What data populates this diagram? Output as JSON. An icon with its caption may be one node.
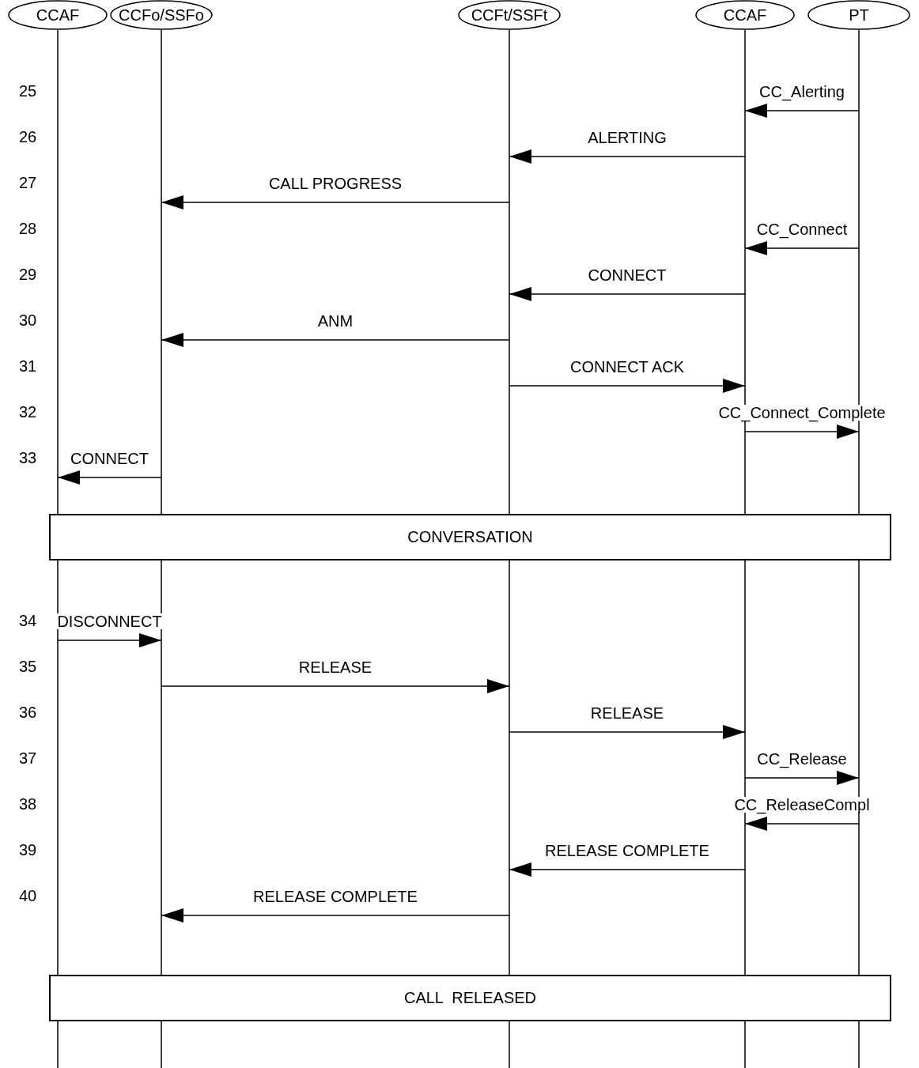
{
  "diagram": {
    "nodes": [
      {
        "text": [
          "CCAF"
        ]
      },
      {
        "text": [
          "CCFo/SSFo"
        ]
      },
      {
        "text": [
          "CCFt/SSFt"
        ]
      },
      {
        "text": [
          "CCAF"
        ]
      },
      {
        "text": [
          "PT"
        ]
      },
      {
        "text": [
          "CONVERSATION"
        ]
      },
      {
        "text": [
          "CALL  RELEASED"
        ]
      }
    ],
    "edges": [
      {
        "from": 4,
        "to": 3,
        "arrow": "to",
        "label": "CC_Alerting"
      },
      {
        "from": 3,
        "to": 2,
        "arrow": "to",
        "label": "ALERTING"
      },
      {
        "from": 2,
        "to": 1,
        "arrow": "to",
        "label": "CALL PROGRESS"
      },
      {
        "from": 4,
        "to": 3,
        "arrow": "to",
        "label": "CC_Connect"
      },
      {
        "from": 3,
        "to": 2,
        "arrow": "to",
        "label": "CONNECT"
      },
      {
        "from": 2,
        "to": 1,
        "arrow": "to",
        "label": "ANM"
      },
      {
        "from": 2,
        "to": 3,
        "arrow": "to",
        "label": "CONNECT ACK"
      },
      {
        "from": 3,
        "to": 4,
        "arrow": "to",
        "label": "CC_Connect_Complete"
      },
      {
        "from": 1,
        "to": 0,
        "arrow": "to",
        "label": "CONNECT"
      },
      {
        "from": 0,
        "to": 1,
        "arrow": "to",
        "label": "DISCONNECT"
      },
      {
        "from": 1,
        "to": 2,
        "arrow": "to",
        "label": "RELEASE"
      },
      {
        "from": 2,
        "to": 3,
        "arrow": "to",
        "label": "RELEASE"
      },
      {
        "from": 3,
        "to": 4,
        "arrow": "to",
        "label": "CC_Release"
      },
      {
        "from": 4,
        "to": 3,
        "arrow": "to",
        "label": "CC_ReleaseCompl"
      },
      {
        "from": 3,
        "to": 2,
        "arrow": "to",
        "label": "RELEASE COMPLETE"
      },
      {
        "from": 2,
        "to": 1,
        "arrow": "to",
        "label": "RELEASE COMPLETE"
      }
    ],
    "labels": [
      "25",
      "26",
      "27",
      "28",
      "29",
      "30",
      "31",
      "32",
      "33",
      "34",
      "35",
      "36",
      "37",
      "38",
      "39",
      "40"
    ]
  }
}
